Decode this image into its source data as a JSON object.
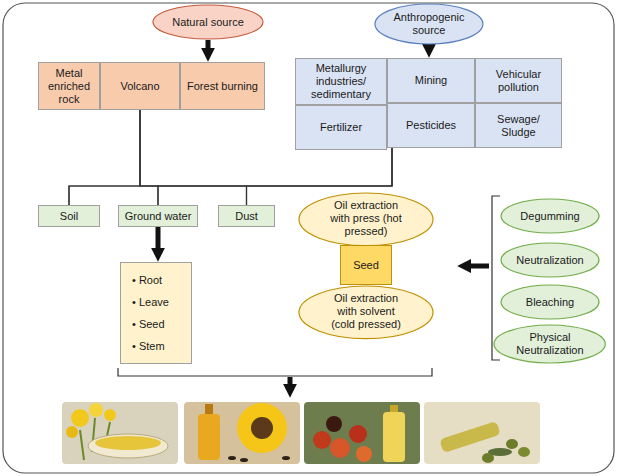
{
  "diagram": {
    "nodes": [
      {
        "text": [
          "Natural source"
        ]
      },
      {
        "text": [
          "Anthropogenic source"
        ]
      },
      {
        "text": [
          "Metal enriched rock"
        ]
      },
      {
        "text": [
          "Volcano"
        ]
      },
      {
        "text": [
          "Forest burning"
        ]
      },
      {
        "text": [
          "Metallurgy industries/ sedimentary"
        ]
      },
      {
        "text": [
          "Mining"
        ]
      },
      {
        "text": [
          "Vehicular pollution"
        ]
      },
      {
        "text": [
          "Fertilizer"
        ]
      },
      {
        "text": [
          "Pesticides"
        ]
      },
      {
        "text": [
          "Sewage/ Sludge"
        ]
      },
      {
        "text": [
          "Soil"
        ]
      },
      {
        "text": [
          "Ground water"
        ]
      },
      {
        "text": [
          "Dust"
        ]
      },
      {
        "text": [
          "• Root",
          "• Leave",
          "• Seed",
          "• Stem"
        ]
      },
      {
        "text": [
          "Oil extraction with press (hot pressed)"
        ]
      },
      {
        "text": [
          "Seed"
        ]
      },
      {
        "text": [
          "Oil extraction with solvent (cold pressed)"
        ]
      },
      {
        "text": [
          "Degumming"
        ]
      },
      {
        "text": [
          "Neutralization"
        ]
      },
      {
        "text": [
          "Bleaching"
        ]
      },
      {
        "text": [
          "Physical Neutralization"
        ]
      }
    ],
    "edges": [
      {
        "from": 0,
        "to": 4,
        "arrow": "to"
      },
      {
        "from": 1,
        "to": 6,
        "arrow": "to"
      },
      {
        "from": 3,
        "to": 11,
        "arrow": "none"
      },
      {
        "from": 3,
        "to": 12,
        "arrow": "none"
      },
      {
        "from": 3,
        "to": 13,
        "arrow": "none"
      },
      {
        "from": 9,
        "to": 11,
        "arrow": "none"
      },
      {
        "from": 9,
        "to": 12,
        "arrow": "none"
      },
      {
        "from": 9,
        "to": 13,
        "arrow": "none"
      },
      {
        "from": 12,
        "to": 14,
        "arrow": "to"
      }
    ]
  }
}
